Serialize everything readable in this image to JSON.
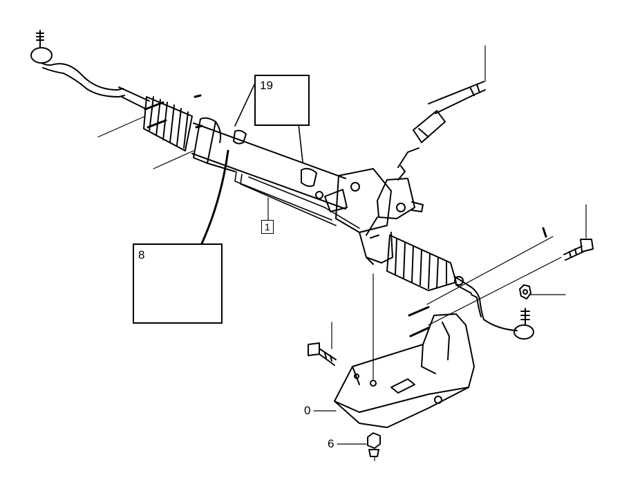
{
  "diagram": {
    "callouts": {
      "seal_ring": "19",
      "clip": "8",
      "steering_gear": "1",
      "crossmember": "0",
      "nut": "6"
    },
    "colors": {
      "line": "#000000",
      "background": "#ffffff"
    }
  }
}
